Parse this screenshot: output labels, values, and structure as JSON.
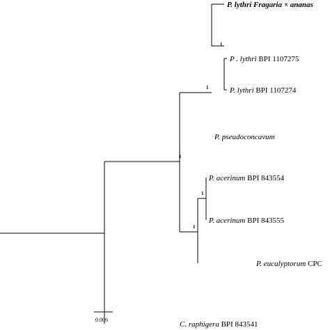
{
  "tree": {
    "taxa": [
      {
        "id": "t1",
        "italic": "P. lythri Fragaria × ananas",
        "plain": "",
        "bold": true
      },
      {
        "id": "t2",
        "italic": "P . lythri",
        "plain": " BPI 1107275",
        "bold": false
      },
      {
        "id": "t3",
        "italic": "P. lythri",
        "plain": " BPI 1107274",
        "bold": false
      },
      {
        "id": "t4",
        "italic": "P. pseudoconcavum",
        "plain": "",
        "bold": false
      },
      {
        "id": "t5",
        "italic": "P. acerinum",
        "plain": " BPI 843554",
        "bold": false
      },
      {
        "id": "t6",
        "italic": "P. acerinum",
        "plain": " BPI 843555",
        "bold": false
      },
      {
        "id": "t7",
        "italic": "P. eucalyptorum",
        "plain": " CPC",
        "bold": false
      },
      {
        "id": "t8",
        "italic": "C. raphigera",
        "plain": " BPI 843541",
        "bold": false
      }
    ],
    "support_values": {
      "n_lythri_ab": "1",
      "n_lythri": "1",
      "n_acer": "1",
      "n_acer_euc": "1",
      "n_ingroup": "1"
    },
    "scale_bar_label": "0.006"
  }
}
